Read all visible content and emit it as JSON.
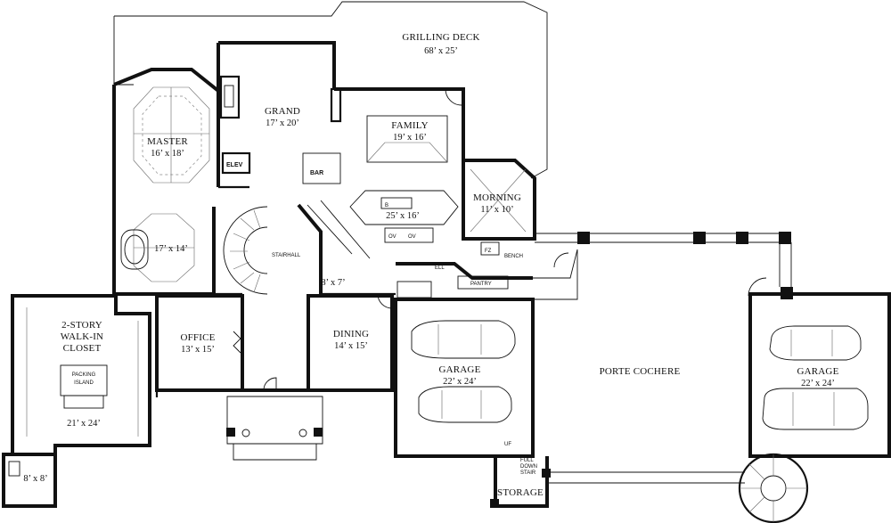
{
  "rooms": {
    "grilling_deck": {
      "name": "GRILLING DECK",
      "dim": "68’ x 25’"
    },
    "grand": {
      "name": "GRAND",
      "dim": "17’ x 20’"
    },
    "family": {
      "name": "FAMILY",
      "dim": "19’ x 16’"
    },
    "master": {
      "name": "MASTER",
      "dim": "16’ x 18’"
    },
    "kitchen": {
      "dim": "25’ x 16’"
    },
    "morning": {
      "name": "MORNING",
      "dim": "11’ x 10’"
    },
    "master_bath": {
      "dim": "17’ x 14’"
    },
    "powder": {
      "dim": "8’ x 7’"
    },
    "closet": {
      "line1": "2-STORY",
      "line2": "WALK-IN",
      "line3": "CLOSET",
      "dim": "21’ x 24’"
    },
    "packing_island": {
      "line1": "PACKING",
      "line2": "ISLAND"
    },
    "office": {
      "name": "OFFICE",
      "dim": "13’ x 15’"
    },
    "dining": {
      "name": "DINING",
      "dim": "14’ x 15’"
    },
    "garage_left": {
      "name": "GARAGE",
      "dim": "22’ x 24’"
    },
    "garage_right": {
      "name": "GARAGE",
      "dim": "22’ x 24’"
    },
    "porte_cochere": {
      "name": "PORTE COCHERE"
    },
    "storage": {
      "name": "STORAGE"
    },
    "small_room": {
      "dim": "8’ x 8’"
    }
  },
  "labels": {
    "elev": "ELEV",
    "bar": "BAR",
    "stairhall": "STAIRHALL",
    "bench": "BENCH",
    "pantry": "PANTRY",
    "fz": "FZ",
    "full_down_stair_1": "FULL",
    "full_down_stair_2": "DOWN",
    "full_down_stair_3": "STAIR",
    "ov1": "OV",
    "ov2": "OV",
    "b": "B",
    "ell": "ELL",
    "uf": "UF"
  }
}
